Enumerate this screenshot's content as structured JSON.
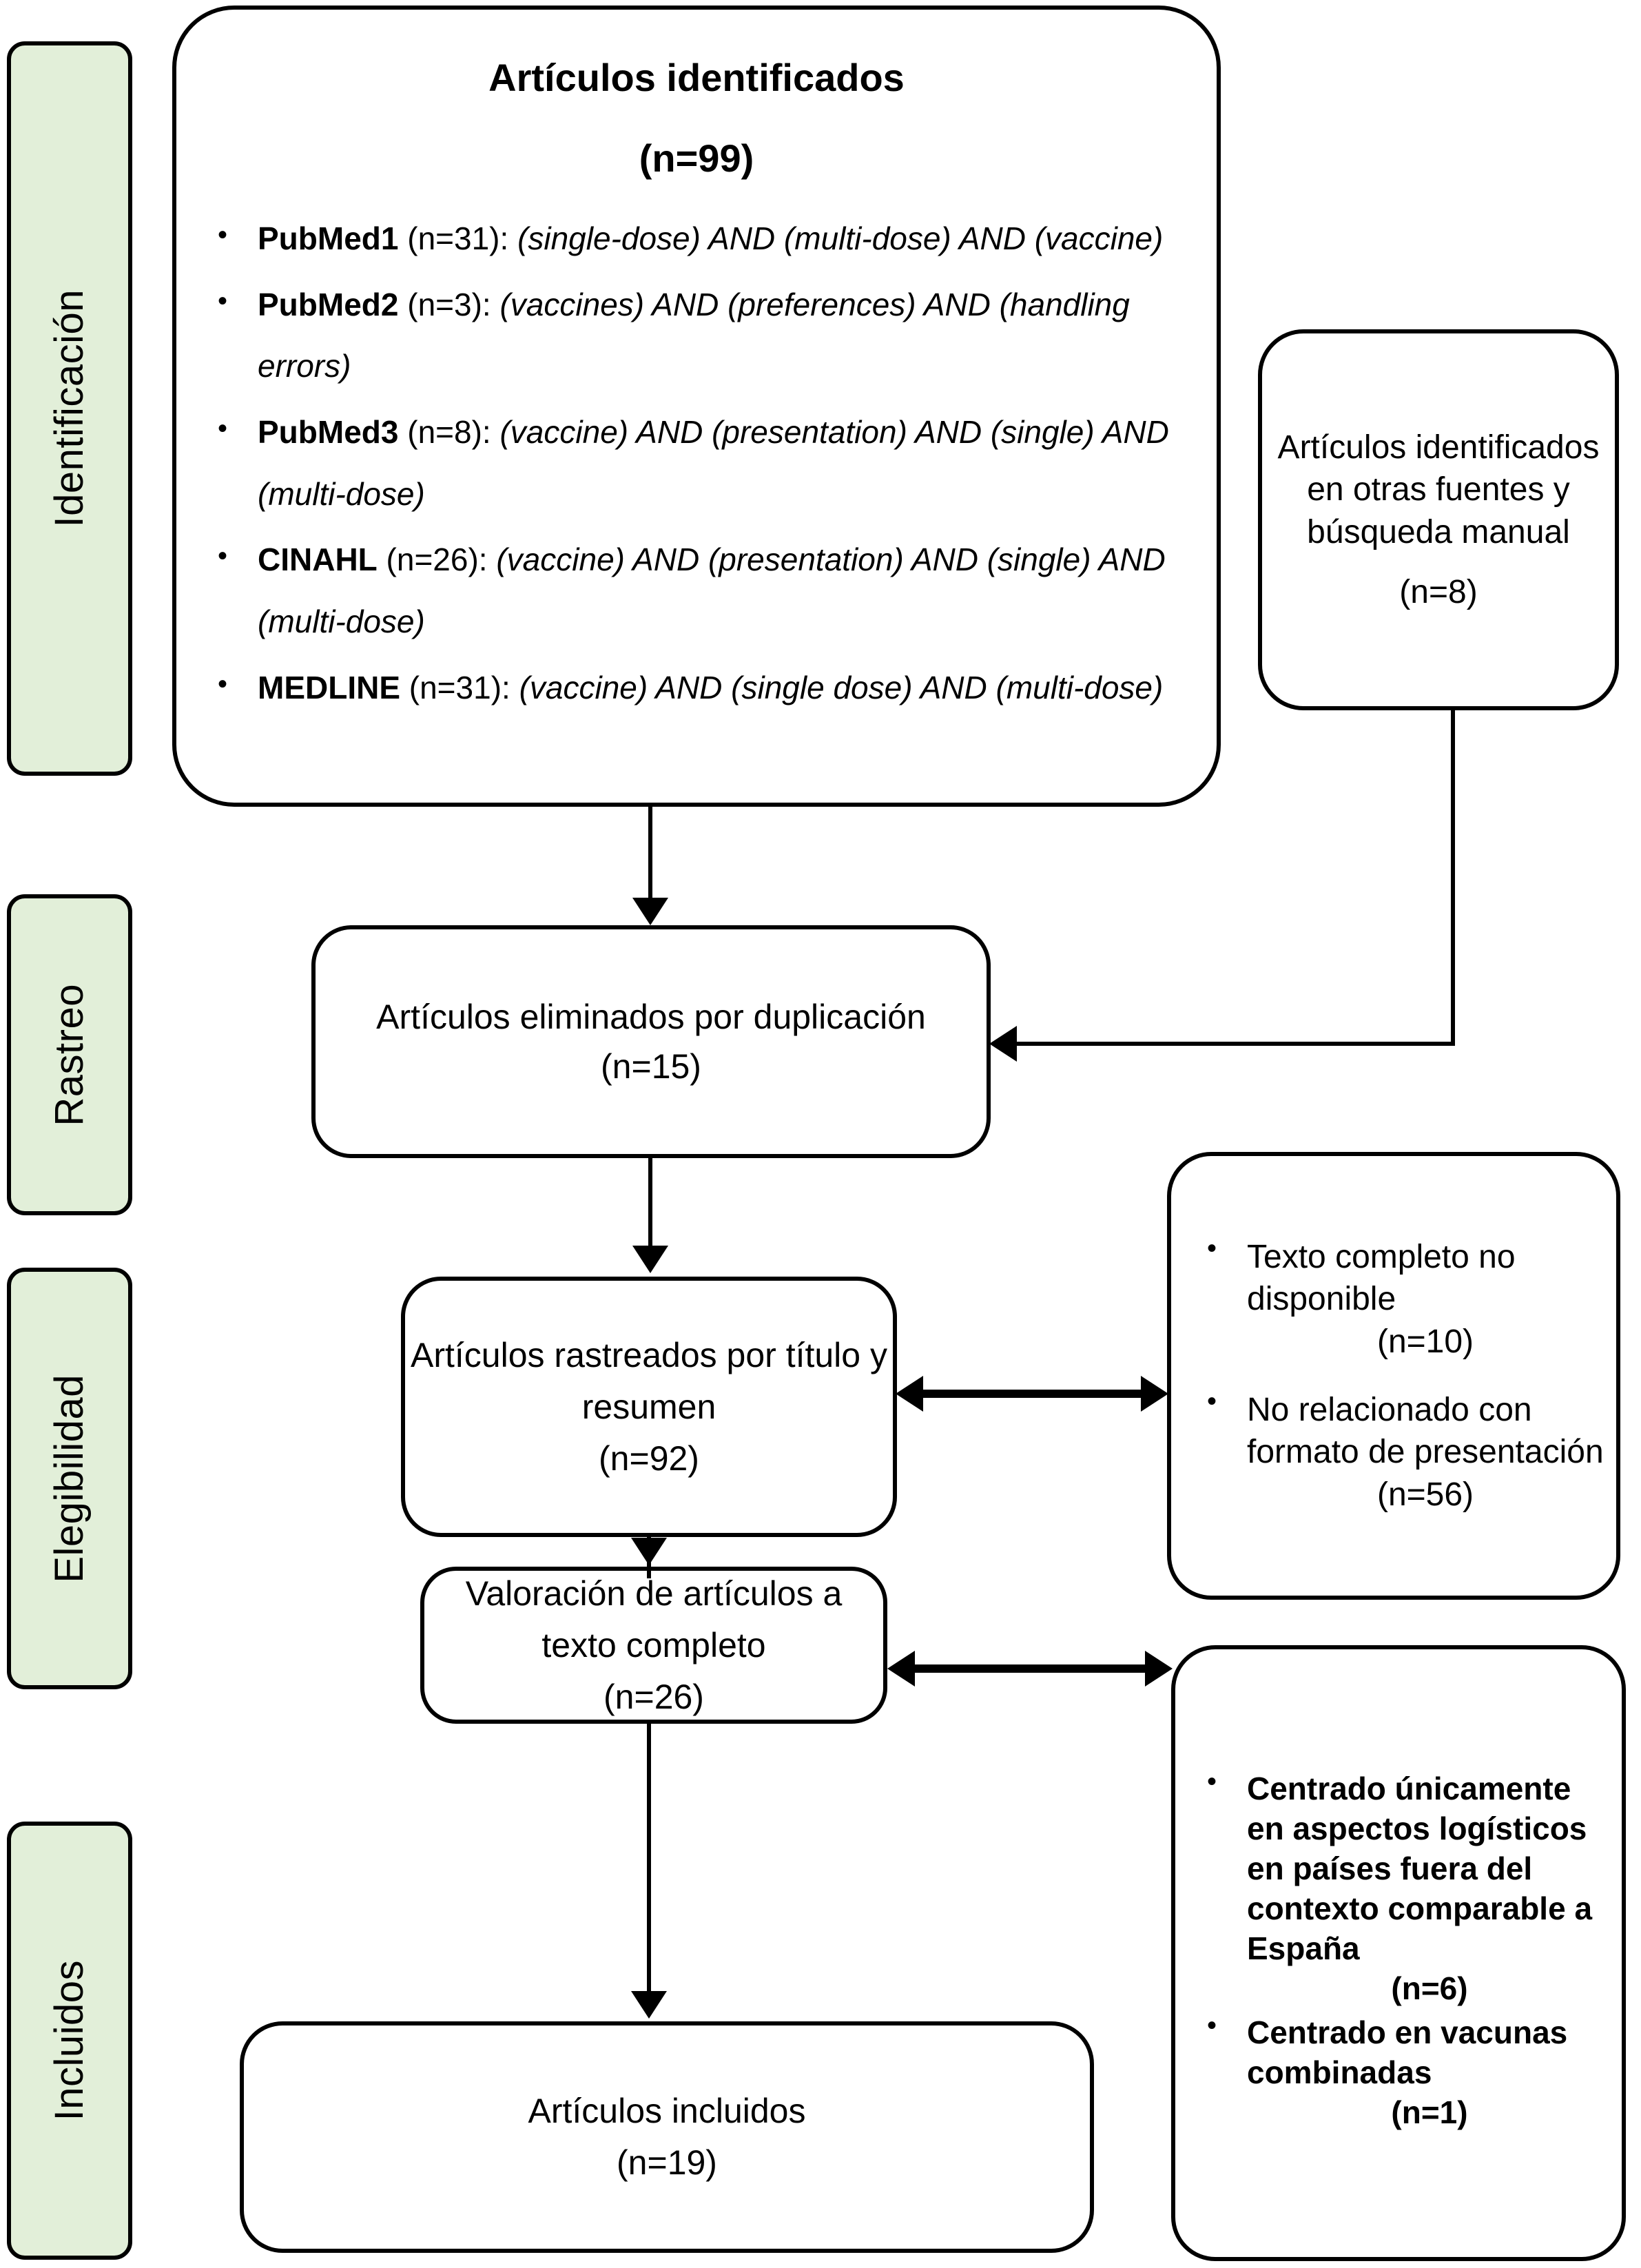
{
  "stages": [
    {
      "id": "identificacion",
      "label": "Identificación"
    },
    {
      "id": "rastreo",
      "label": "Rastreo"
    },
    {
      "id": "elegibilidad",
      "label": "Elegibilidad"
    },
    {
      "id": "incluidos",
      "label": "Incluidos"
    }
  ],
  "identification": {
    "title": "Artículos identificados",
    "count": "(n=99)",
    "sources": [
      {
        "name": "PubMed1",
        "n": "(n=31):",
        "query": "(single-dose) AND (multi-dose) AND (vaccine)"
      },
      {
        "name": "PubMed2",
        "n": "(n=3):",
        "query": "(vaccines) AND (preferences) AND (handling errors)"
      },
      {
        "name": "PubMed3",
        "n": "(n=8):",
        "query": "(vaccine) AND (presentation) AND (single) AND (multi-dose)"
      },
      {
        "name": "CINAHL",
        "n": "(n=26):",
        "query": "(vaccine) AND (presentation) AND (single) AND (multi-dose)"
      },
      {
        "name": "MEDLINE",
        "n": "(n=31):",
        "query": "(vaccine) AND (single dose) AND (multi-dose)"
      }
    ]
  },
  "other_sources": {
    "text": "Artículos identificados en otras fuentes y búsqueda manual",
    "count": "(n=8)"
  },
  "duplicates": {
    "text": "Artículos eliminados por duplicación",
    "count": "(n=15)"
  },
  "screening": {
    "text": "Artículos rastreados por título y resumen",
    "count": "(n=92)"
  },
  "fulltext": {
    "text": "Valoración de artículos a texto completo",
    "count": "(n=26)"
  },
  "included": {
    "text": "Artículos incluidos",
    "count": "(n=19)"
  },
  "excluded_screening": [
    {
      "reason": "Texto completo no disponible",
      "count": "(n=10)"
    },
    {
      "reason": "No relacionado con formato de presentación",
      "count": "(n=56)"
    }
  ],
  "excluded_fulltext": [
    {
      "reason": "Centrado únicamente en aspectos logísticos en países fuera del contexto comparable a España",
      "count": "(n=6)"
    },
    {
      "reason": "Centrado en vacunas combinadas",
      "count": "(n=1)"
    }
  ],
  "colors": {
    "stage_fill": "#e2efd9",
    "stroke": "#000000",
    "background": "#ffffff"
  },
  "chart_data": {
    "type": "diagram",
    "title": "PRISMA flow diagram",
    "nodes": [
      {
        "id": "identificados",
        "label": "Artículos identificados",
        "n": 99
      },
      {
        "id": "otras-fuentes",
        "label": "Artículos identificados en otras fuentes y búsqueda manual",
        "n": 8
      },
      {
        "id": "duplicados",
        "label": "Artículos eliminados por duplicación",
        "n": 15
      },
      {
        "id": "rastreados",
        "label": "Artículos rastreados por título y resumen",
        "n": 92
      },
      {
        "id": "texto-completo",
        "label": "Valoración de artículos a texto completo",
        "n": 26
      },
      {
        "id": "incluidos",
        "label": "Artículos incluidos",
        "n": 19
      },
      {
        "id": "excl-texto-no-disponible",
        "label": "Texto completo no disponible",
        "n": 10
      },
      {
        "id": "excl-no-relacionado",
        "label": "No relacionado con formato de presentación",
        "n": 56
      },
      {
        "id": "excl-logisticos",
        "label": "Centrado únicamente en aspectos logísticos en países fuera del contexto comparable a España",
        "n": 6
      },
      {
        "id": "excl-combinadas",
        "label": "Centrado en vacunas combinadas",
        "n": 1
      }
    ],
    "edges": [
      {
        "from": "identificados",
        "to": "duplicados"
      },
      {
        "from": "otras-fuentes",
        "to": "duplicados"
      },
      {
        "from": "duplicados",
        "to": "rastreados"
      },
      {
        "from": "rastreados",
        "to": "excl-texto-no-disponible"
      },
      {
        "from": "rastreados",
        "to": "texto-completo"
      },
      {
        "from": "texto-completo",
        "to": "excl-logisticos"
      },
      {
        "from": "texto-completo",
        "to": "incluidos"
      }
    ]
  }
}
